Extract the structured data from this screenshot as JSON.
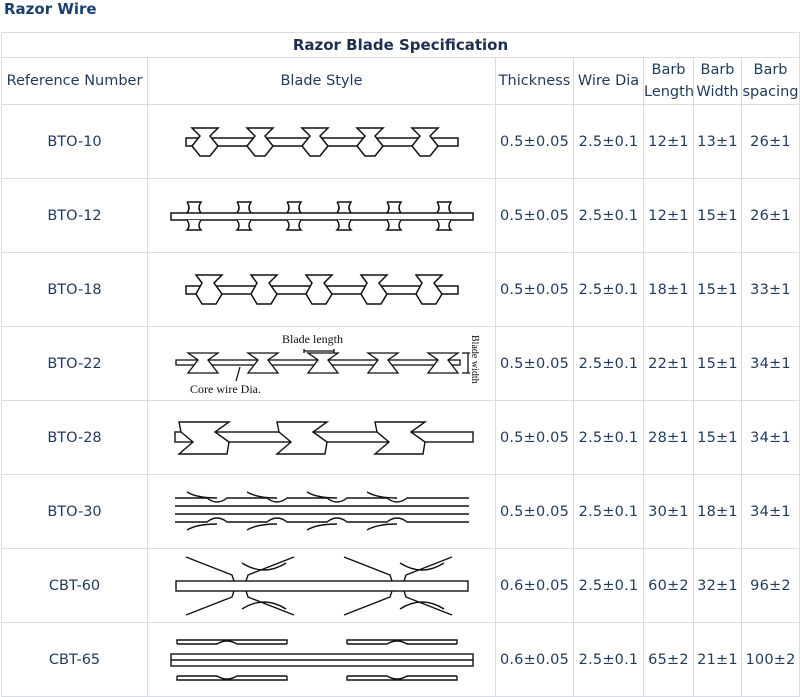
{
  "page_title": "Razor Wire",
  "table": {
    "caption": "Razor Blade Specification",
    "headers": {
      "ref": "Reference Number",
      "style": "Blade Style",
      "thickness": "Thickness",
      "wire_dia": "Wire Dia",
      "barb_length_1": "Barb",
      "barb_length_2": "Length",
      "barb_width_1": "Barb",
      "barb_width_2": "Width",
      "barb_spacing_1": "Barb",
      "barb_spacing_2": "spacing"
    },
    "diagram_labels": {
      "blade_length": "Blade length",
      "blade_width": "Blade width",
      "core_wire": "Core wire Dia."
    },
    "rows": [
      {
        "ref": "BTO-10",
        "thickness": "0.5±0.05",
        "wire_dia": "2.5±0.1",
        "barb_length": "12±1",
        "barb_width": "13±1",
        "barb_spacing": "26±1"
      },
      {
        "ref": "BTO-12",
        "thickness": "0.5±0.05",
        "wire_dia": "2.5±0.1",
        "barb_length": "12±1",
        "barb_width": "15±1",
        "barb_spacing": "26±1"
      },
      {
        "ref": "BTO-18",
        "thickness": "0.5±0.05",
        "wire_dia": "2.5±0.1",
        "barb_length": "18±1",
        "barb_width": "15±1",
        "barb_spacing": "33±1"
      },
      {
        "ref": "BTO-22",
        "thickness": "0.5±0.05",
        "wire_dia": "2.5±0.1",
        "barb_length": "22±1",
        "barb_width": "15±1",
        "barb_spacing": "34±1"
      },
      {
        "ref": "BTO-28",
        "thickness": "0.5±0.05",
        "wire_dia": "2.5±0.1",
        "barb_length": "28±1",
        "barb_width": "15±1",
        "barb_spacing": "34±1"
      },
      {
        "ref": "BTO-30",
        "thickness": "0.5±0.05",
        "wire_dia": "2.5±0.1",
        "barb_length": "30±1",
        "barb_width": "18±1",
        "barb_spacing": "34±1"
      },
      {
        "ref": "CBT-60",
        "thickness": "0.6±0.05",
        "wire_dia": "2.5±0.1",
        "barb_length": "60±2",
        "barb_width": "32±1",
        "barb_spacing": "96±2"
      },
      {
        "ref": "CBT-65",
        "thickness": "0.6±0.05",
        "wire_dia": "2.5±0.1",
        "barb_length": "65±2",
        "barb_width": "21±1",
        "barb_spacing": "100±2"
      }
    ]
  }
}
